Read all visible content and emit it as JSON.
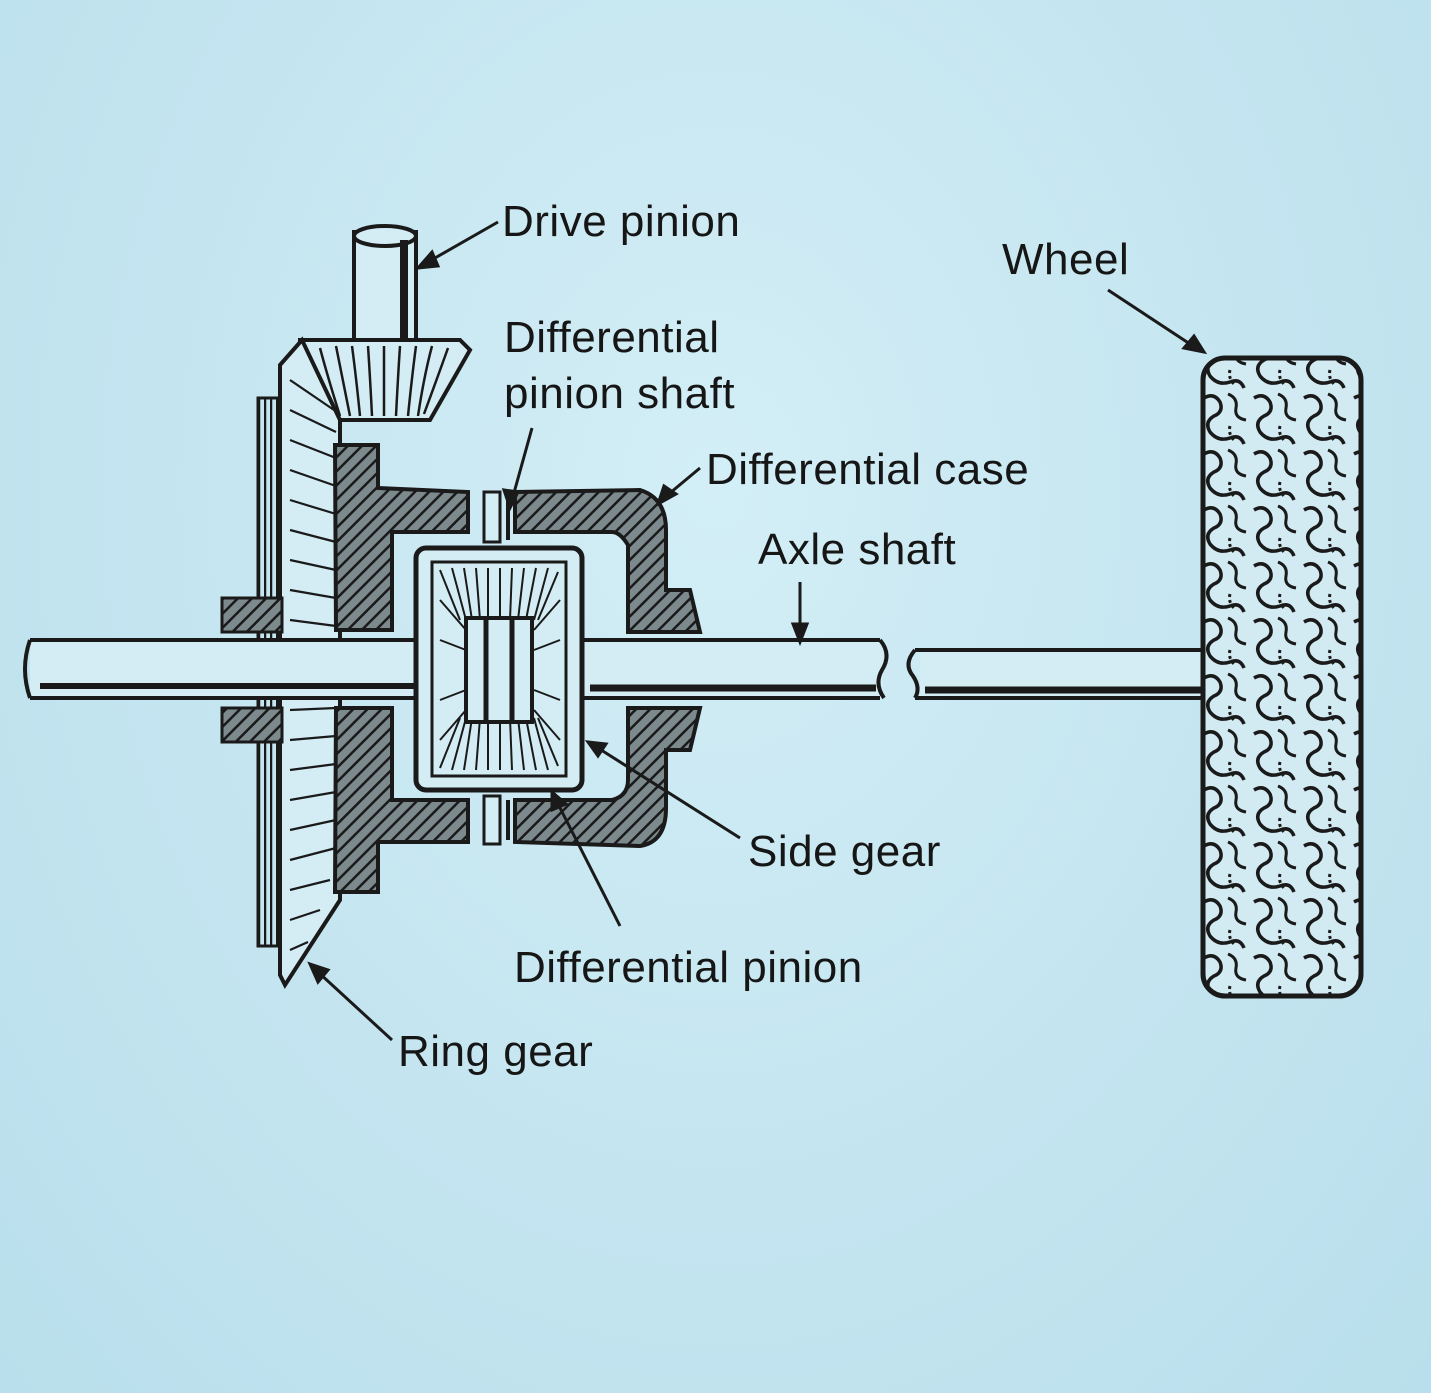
{
  "labels": {
    "drive_pinion": "Drive pinion",
    "wheel": "Wheel",
    "diff_pinion_shaft_line1": "Differential",
    "diff_pinion_shaft_line2": "pinion shaft",
    "differential_case": "Differential case",
    "axle_shaft": "Axle shaft",
    "side_gear": "Side gear",
    "differential_pinion": "Differential pinion",
    "ring_gear": "Ring gear"
  },
  "colors": {
    "background": "#c6e6f1",
    "ink": "#161616"
  }
}
